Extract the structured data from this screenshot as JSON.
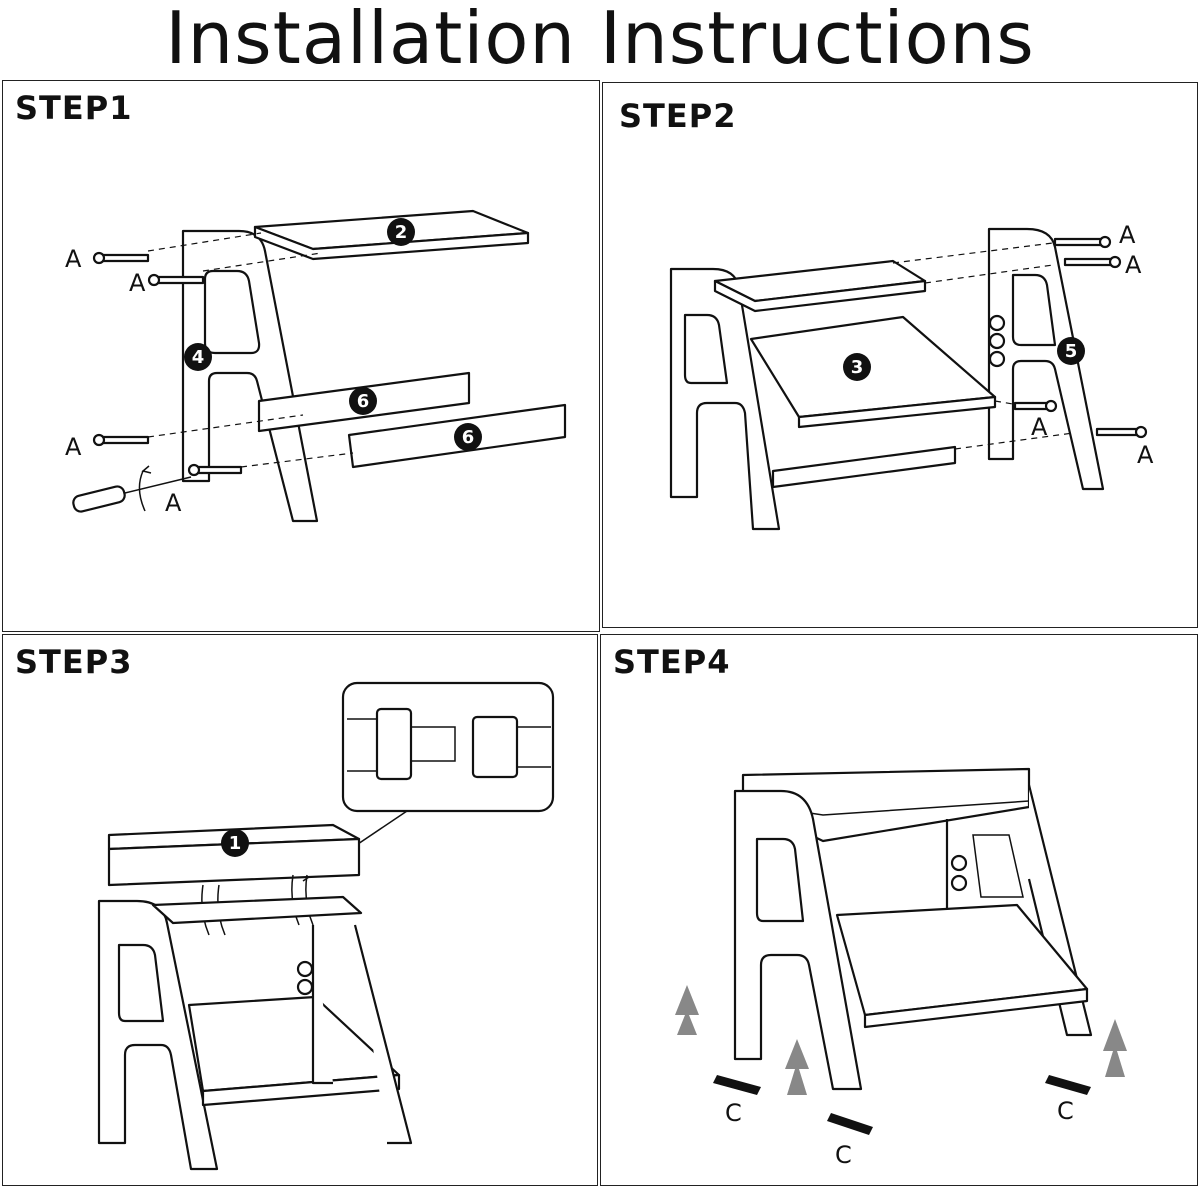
{
  "title": "Installation Instructions",
  "steps": [
    {
      "label": "STEP1",
      "parts": [
        "2",
        "4",
        "6",
        "6"
      ],
      "screw_labels": [
        "A",
        "A",
        "A",
        "A"
      ]
    },
    {
      "label": "STEP2",
      "parts": [
        "3",
        "5"
      ],
      "screw_labels": [
        "A",
        "A",
        "A",
        "A"
      ]
    },
    {
      "label": "STEP3",
      "parts": [
        "1"
      ]
    },
    {
      "label": "STEP4",
      "tape_labels": [
        "C",
        "C",
        "C"
      ]
    }
  ]
}
